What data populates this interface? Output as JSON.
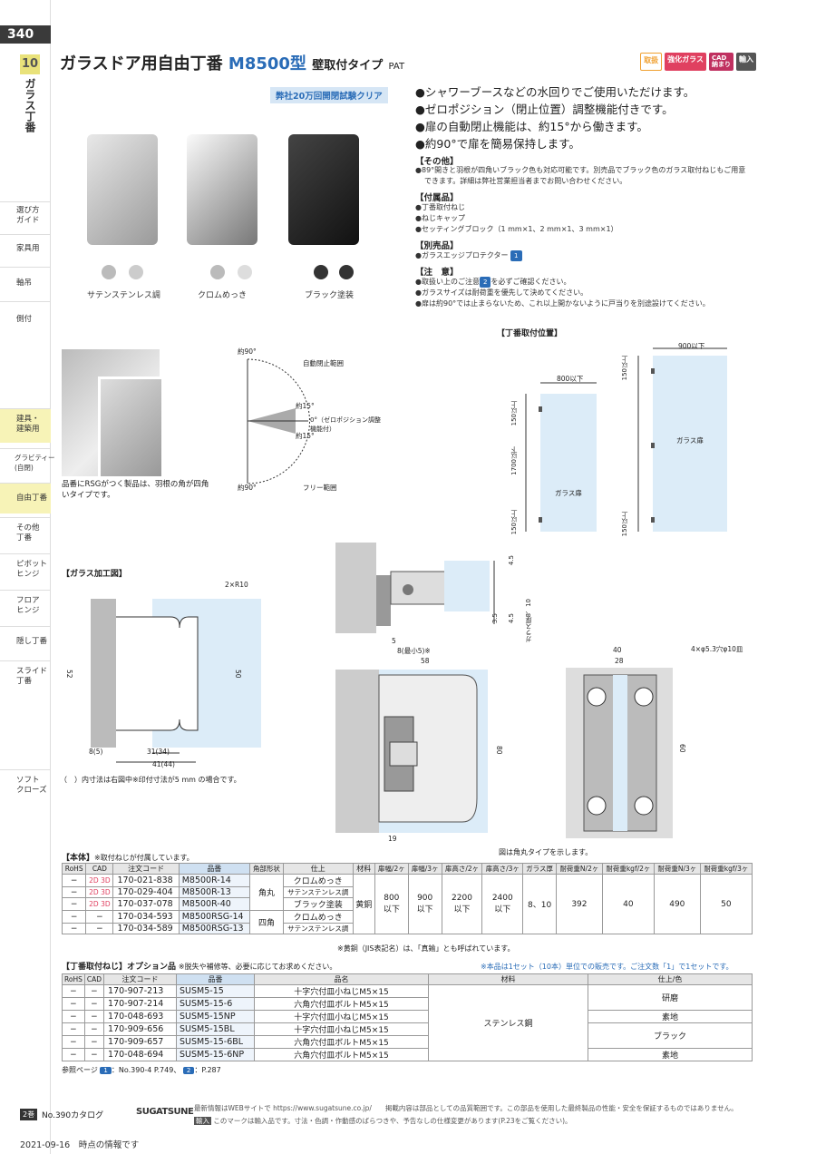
{
  "page": {
    "number": "340",
    "chapter_no": "10",
    "chapter_name": "ガラス丁番"
  },
  "nav": [
    {
      "label": "選び方\nガイド"
    },
    {
      "label": "家具用"
    },
    {
      "label": "軸吊"
    },
    {
      "label": "側付"
    },
    {
      "label": "建具・\n建築用"
    },
    {
      "label": "グラビティー\n(自閉)"
    },
    {
      "label": "自由丁番"
    },
    {
      "label": "その他\n丁番"
    },
    {
      "label": "ピボット\nヒンジ"
    },
    {
      "label": "フロア\nヒンジ"
    },
    {
      "label": "隠し丁番"
    },
    {
      "label": "スライド\n丁番"
    },
    {
      "label": "ソフト\nクローズ"
    }
  ],
  "header": {
    "title_main": "ガラスドア用自由丁番",
    "title_model": "M8500型",
    "title_sub": "壁取付タイプ",
    "title_pat": "PAT",
    "tags": [
      {
        "label": "取扱",
        "color": "#f0a030"
      },
      {
        "label": "強化ガラス",
        "color": "#e04060"
      },
      {
        "label": "CAD\n納まり",
        "color": "#c03060"
      },
      {
        "label": "輸入",
        "color": "#555555"
      }
    ],
    "badge": "弊社20万回開閉試験クリア"
  },
  "products": [
    {
      "label": "サテンステンレス調"
    },
    {
      "label": "クロムめっき"
    },
    {
      "label": "ブラック塗装"
    }
  ],
  "features": [
    "●シャワーブースなどの水回りでご使用いただけます。",
    "●ゼロポジション（閉止位置）調整機能付きです。",
    "●扉の自動閉止機能は、約15°から働きます。",
    "●約90°で扉を簡易保持します。"
  ],
  "sections": {
    "other_title": "【その他】",
    "other_1": "●89°開きと羽根が四角いブラック色も対応可能です。別売品でブラック色のガラス取付ねじもご用意",
    "other_2": "できます。詳細は弊社営業担当者までお問い合わせください。",
    "acc_title": "【付属品】",
    "acc": [
      "●丁番取付ねじ",
      "●ねじキャップ",
      "●セッティングブロック（1 mm×1、2 mm×1、3 mm×1）"
    ],
    "sep_title": "【別売品】",
    "sep": "●ガラスエッジプロテクター",
    "sep_ref": "1",
    "caution_title": "【注　意】",
    "caution_1a": "●取扱い上のご注意",
    "caution_1ref": "2",
    "caution_1b": "を必ずご確認ください。",
    "caution_2": "●ガラスサイズは耐荷重を優先して決めてください。",
    "caution_3": "●扉は約90°では止まらないため、これ以上開かないように戸当りを別途設けてください。"
  },
  "diagrams": {
    "corner_note": "品番にRSGがつく製品は、羽根の角が四角いタイプです。",
    "arc_labels": {
      "top": "約90°",
      "bottom": "約90°",
      "auto": "自動閉止範囲",
      "p15a": "約15°",
      "p15b": "約15°",
      "zero": "0°（ゼロポジション調整機能付）",
      "free": "フリー範囲"
    },
    "pos_title": "【丁番取付位置】",
    "pos": {
      "w1": "800以下",
      "w2": "900以下",
      "h150a": "150以上",
      "h1700": "1700以下",
      "h150b": "150以上",
      "h150c": "150以上",
      "h150d": "150以上",
      "glass": "ガラス扉"
    },
    "glass_title": "【ガラス加工図】",
    "glass": {
      "r": "2×R10",
      "d52": "52",
      "d50": "50",
      "d8": "8(5)",
      "d31": "31(34)",
      "d41": "41(44)",
      "note": "（　）内寸法は右図中※印付寸法が5 mm の場合です。"
    },
    "side": {
      "d45a": "4.5",
      "d35": "3.5",
      "d45b": "4.5",
      "d5": "5",
      "d8": "8(最小5)※",
      "thick": "ガラス厚8、10"
    },
    "front": {
      "d58": "58",
      "d80": "80",
      "d19": "19"
    },
    "plate": {
      "d40": "40",
      "d28": "28",
      "d60": "60",
      "holes": "4×φ5.3穴φ10皿"
    },
    "plate_note": "図は角丸タイプを示します。"
  },
  "main_table": {
    "title": "【本体】",
    "note": "※取付ねじが付属しています。",
    "headers": [
      "RoHS",
      "CAD",
      "注文コード",
      "品番",
      "角部形状",
      "仕上",
      "材料",
      "扉幅/2ヶ",
      "扉幅/3ヶ",
      "扉高さ/2ヶ",
      "扉高さ/3ヶ",
      "ガラス厚",
      "耐荷重N/2ヶ",
      "耐荷重kgf/2ヶ",
      "耐荷重N/3ヶ",
      "耐荷重kgf/3ヶ"
    ],
    "rows": [
      {
        "rohs": "−",
        "cad": "2D 3D",
        "code": "170-021-838",
        "part": "M8500R-14",
        "finish": "クロムめっき"
      },
      {
        "rohs": "−",
        "cad": "2D 3D",
        "code": "170-029-404",
        "part": "M8500R-13",
        "finish": "サテンステンレス調"
      },
      {
        "rohs": "−",
        "cad": "2D 3D",
        "code": "170-037-078",
        "part": "M8500R-40",
        "finish": "ブラック塗装"
      },
      {
        "rohs": "−",
        "cad": "−",
        "code": "170-034-593",
        "part": "M8500RSG-14",
        "finish": "クロムめっき"
      },
      {
        "rohs": "−",
        "cad": "−",
        "code": "170-034-589",
        "part": "M8500RSG-13",
        "finish": "サテンステンレス調"
      }
    ],
    "corner_round": "角丸",
    "corner_square": "四角",
    "material": "黄銅",
    "w2": "800\n以下",
    "w3": "900\n以下",
    "h2": "2200\n以下",
    "h3": "2400\n以下",
    "thick": "8、10",
    "n2": "392",
    "k2": "40",
    "n3": "490",
    "k3": "50",
    "footnote": "※黄銅（JIS表記名）は、「真鍮」とも呼ばれています。"
  },
  "screw_table": {
    "title": "【丁番取付ねじ】オプション品",
    "note": "※脱失や補修等、必要に応じてお求めください。",
    "note_right": "※本品は1セット（10本）単位での販売です。ご注文数「1」で1セットです。",
    "headers": [
      "RoHS",
      "CAD",
      "注文コード",
      "品番",
      "品名",
      "材料",
      "仕上/色"
    ],
    "rows": [
      {
        "rohs": "−",
        "cad": "−",
        "code": "170-907-213",
        "part": "SUSM5-15",
        "name": "十字穴付皿小ねじM5×15"
      },
      {
        "rohs": "−",
        "cad": "−",
        "code": "170-907-214",
        "part": "SUSM5-15-6",
        "name": "六角穴付皿ボルトM5×15"
      },
      {
        "rohs": "−",
        "cad": "−",
        "code": "170-048-693",
        "part": "SUSM5-15NP",
        "name": "十字穴付皿小ねじM5×15"
      },
      {
        "rohs": "−",
        "cad": "−",
        "code": "170-909-656",
        "part": "SUSM5-15BL",
        "name": "十字穴付皿小ねじM5×15"
      },
      {
        "rohs": "−",
        "cad": "−",
        "code": "170-909-657",
        "part": "SUSM5-15-6BL",
        "name": "六角穴付皿ボルトM5×15"
      },
      {
        "rohs": "−",
        "cad": "−",
        "code": "170-048-694",
        "part": "SUSM5-15-6NP",
        "name": "六角穴付皿ボルトM5×15"
      }
    ],
    "material": "ステンレス鋼",
    "fin_polish": "研磨",
    "fin_raw1": "素地",
    "fin_black": "ブラック",
    "fin_raw2": "素地",
    "refpage_label": "参照ページ",
    "ref1": "1",
    "ref1_text": "：No.390-4 P.749、",
    "ref2": "2",
    "ref2_text": "：P.287"
  },
  "footer": {
    "vol": "2巻",
    "catalog": "No.390カタログ",
    "brand": "SUGATSUNE",
    "info1": "最新情報はWEBサイトで https://www.sugatsune.co.jp/　　掲載内容は部品としての品質範囲です。この部品を使用した最終製品の性能・安全を保証するものではありません。",
    "import_tag": "輸入",
    "info2": "このマークは輸入品です。寸法・色調・作動感のばらつきや、予告なしの仕様変更があります(P.23をご覧ください)。",
    "date": "2021-09-16　時点の情報です"
  }
}
